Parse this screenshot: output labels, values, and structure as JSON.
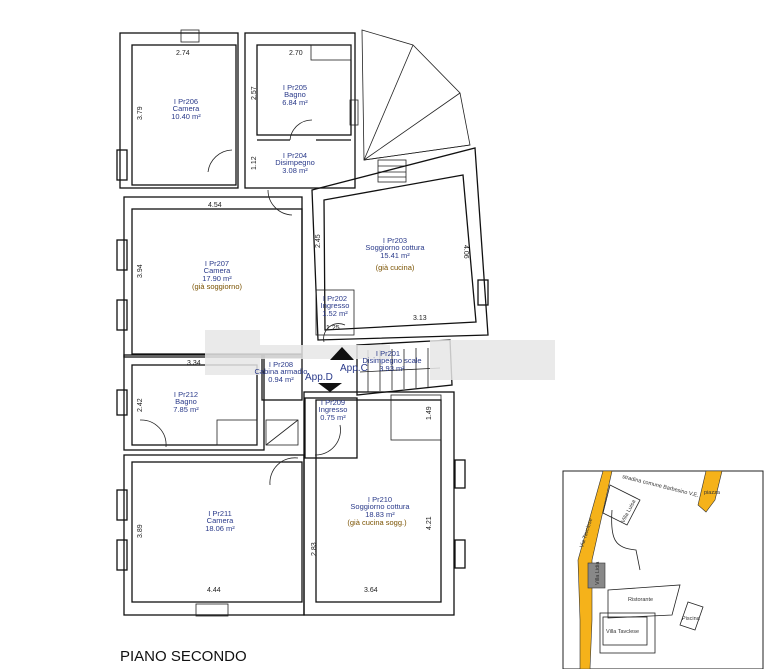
{
  "title": "PIANO SECONDO",
  "rooms": {
    "pr206": {
      "id": "I Pr206",
      "name": "Camera",
      "area": "10.40 m²"
    },
    "pr205": {
      "id": "I Pr205",
      "name": "Bagno",
      "area": "6.84 m²"
    },
    "pr204": {
      "id": "I Pr204",
      "name": "Disimpegno",
      "area": "3.08 m²"
    },
    "pr207": {
      "id": "I Pr207",
      "name": "Camera",
      "area": "17.90 m²",
      "note": "(già soggiorno)"
    },
    "pr203": {
      "id": "I Pr203",
      "name": "Soggiorno cottura",
      "area": "15.41 m²",
      "note": "(già cucina)"
    },
    "pr202": {
      "id": "I Pr202",
      "name": "Ingresso",
      "area": "1.52 m²"
    },
    "pr201": {
      "id": "I Pr201",
      "name": "Disimpegno scale",
      "area": "3.93 m²"
    },
    "pr208": {
      "id": "I Pr208",
      "name": "Cabina armadio",
      "area": "0.94 m²"
    },
    "pr209": {
      "id": "I Pr209",
      "name": "Ingresso",
      "area": "0.75 m²"
    },
    "pr212": {
      "id": "I Pr212",
      "name": "Bagno",
      "area": "7.85 m²"
    },
    "pr211": {
      "id": "I Pr211",
      "name": "Camera",
      "area": "18.06 m²"
    },
    "pr210": {
      "id": "I Pr210",
      "name": "Soggiorno cottura",
      "area": "18.83 m²",
      "note": "(già cucina sogg.)"
    }
  },
  "apartments": {
    "c": "App.C",
    "d": "App.D"
  },
  "dimensions": {
    "d1": "2.74",
    "d2": "2.70",
    "d3": "3.79",
    "d4": "2.57",
    "d5": "1.12",
    "d6": "4.54",
    "d7": "3.94",
    "d8": "2.45",
    "d9": "4.06",
    "d10": "1.25",
    "d11": "3.13",
    "d12": "3.34",
    "d13": "2.42",
    "d14": "1.49",
    "d15": "3.89",
    "d16": "2.83",
    "d17": "4.21",
    "d18": "4.44",
    "d19": "3.64"
  },
  "map": {
    "road": "Via Tavclese",
    "path": "stradina comune Barbesino V.E.",
    "piazza": "piazza",
    "villa_lidia": "Villa Lidia",
    "villa_luisa": "Villa Luisa",
    "ristorante": "Ristorante",
    "villa_tavclese": "Villa Tavclese",
    "piscina": "Piscina",
    "colors": {
      "road": "#f5b21a",
      "building": "#888888"
    }
  }
}
